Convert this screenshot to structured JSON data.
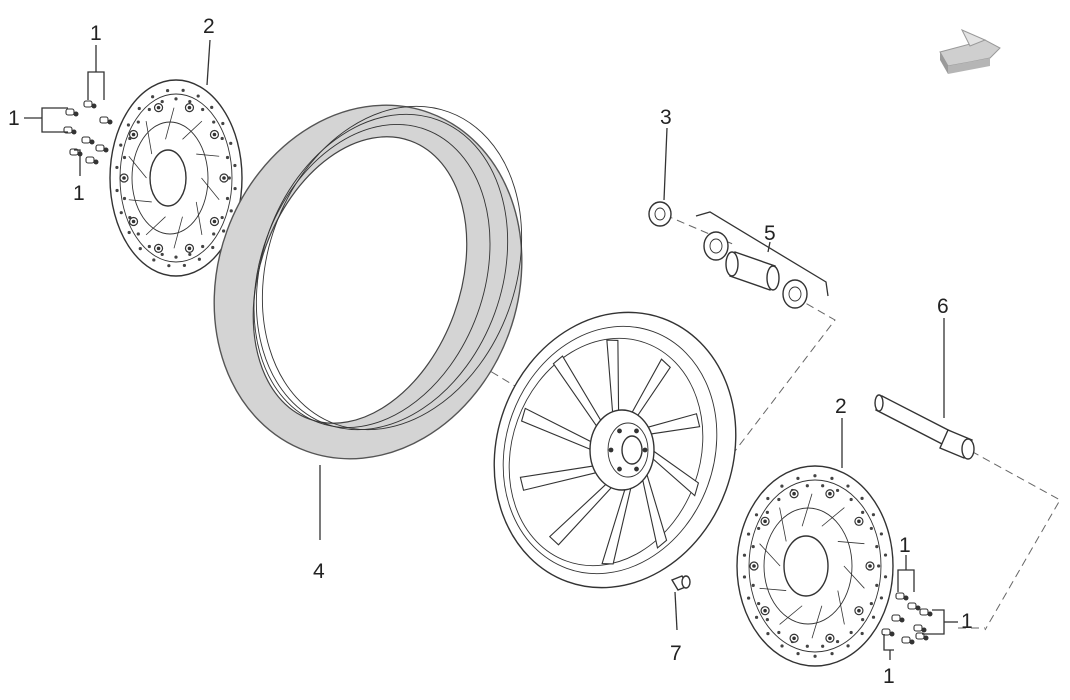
{
  "callouts": {
    "bolt_upper_left_a": "1",
    "bolt_upper_left_b": "1",
    "bolt_upper_left_c": "1",
    "disc_left": "2",
    "spacer": "3",
    "tire": "4",
    "bearing_set": "5",
    "axle": "6",
    "valve": "7",
    "disc_right": "2",
    "bolt_lower_right_a": "1",
    "bolt_lower_right_b": "1",
    "bolt_lower_right_c": "1"
  },
  "colors": {
    "tire_fill": "#d4d4d4",
    "line": "#333333"
  },
  "icons": [
    "direction-arrow-icon"
  ]
}
